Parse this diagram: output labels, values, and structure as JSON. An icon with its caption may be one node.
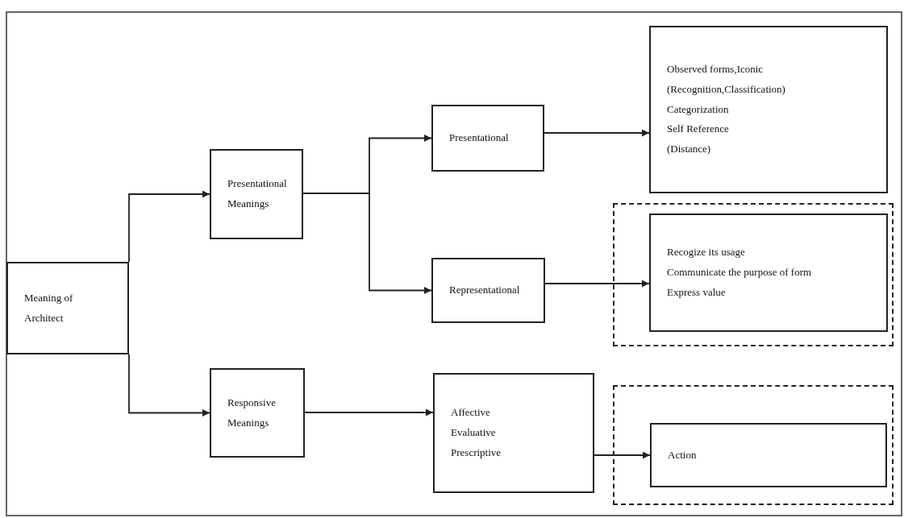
{
  "diagram": {
    "nodes": [
      {
        "text": [
          "Meaning of Architect"
        ]
      },
      {
        "text": [
          "Presentational Meanings"
        ]
      },
      {
        "text": [
          "Responsive Meanings"
        ]
      },
      {
        "text": [
          "Presentational"
        ]
      },
      {
        "text": [
          "Representational"
        ]
      },
      {
        "text": [
          "Observed forms,Iconic",
          "(Recognition,Classification)",
          "Categorization",
          "Self Reference",
          "(Distance)"
        ]
      },
      {
        "text": [],
        "shape": "box"
      },
      {
        "text": [
          "Recogize its usage",
          "Communicate the purpose of form",
          "Express value"
        ],
        "in": 6
      },
      {
        "text": [
          "Affective",
          "Evaluative",
          "Prescriptive"
        ]
      },
      {
        "text": [],
        "shape": "box"
      },
      {
        "text": [
          "Action"
        ],
        "in": 9
      }
    ],
    "edges": [
      {
        "from": 0,
        "to": 1,
        "arrow": "to"
      },
      {
        "from": 0,
        "to": 2,
        "arrow": "to"
      },
      {
        "from": 1,
        "to": 3,
        "arrow": "to"
      },
      {
        "from": 1,
        "to": 4,
        "arrow": "to"
      },
      {
        "from": 2,
        "to": 8,
        "arrow": "to"
      },
      {
        "from": 3,
        "to": 5,
        "arrow": "to"
      },
      {
        "from": 4,
        "to": 7,
        "arrow": "to"
      },
      {
        "from": 8,
        "to": 10,
        "arrow": "to"
      }
    ]
  }
}
